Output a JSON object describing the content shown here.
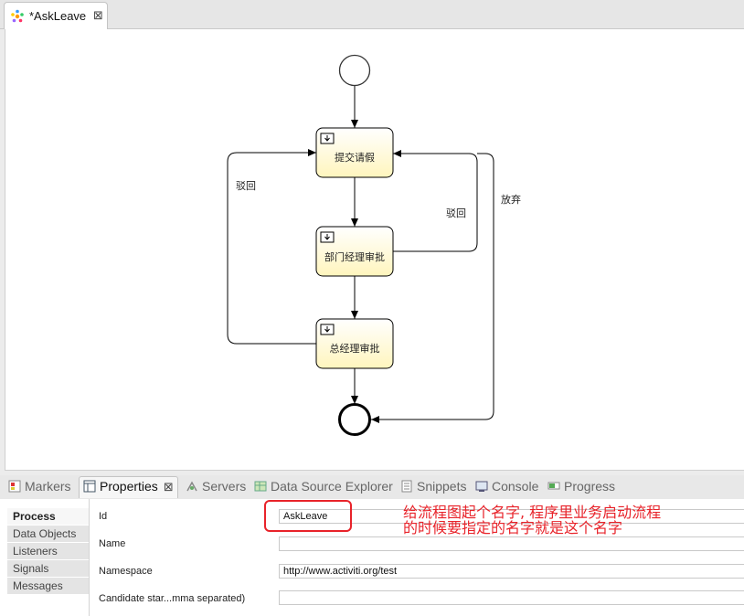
{
  "editor": {
    "tab_title": "*AskLeave",
    "close_glyph": "⊠"
  },
  "diagram": {
    "tasks": {
      "submit": "提交请假",
      "dept_manager": "部门经理审批",
      "general_manager": "总经理审批"
    },
    "flows": {
      "reject_left": "驳回",
      "reject_right": "驳回",
      "abandon": "放弃"
    }
  },
  "views": {
    "tabs": [
      {
        "label": "Markers",
        "icon": "markers-icon"
      },
      {
        "label": "Properties",
        "icon": "properties-icon",
        "active": true
      },
      {
        "label": "Servers",
        "icon": "servers-icon"
      },
      {
        "label": "Data Source Explorer",
        "icon": "data-source-icon"
      },
      {
        "label": "Snippets",
        "icon": "snippets-icon"
      },
      {
        "label": "Console",
        "icon": "console-icon"
      },
      {
        "label": "Progress",
        "icon": "progress-icon"
      }
    ]
  },
  "properties": {
    "side_tabs": [
      "Process",
      "Data Objects",
      "Listeners",
      "Signals",
      "Messages"
    ],
    "fields": {
      "id": {
        "label": "Id",
        "value": "AskLeave"
      },
      "name": {
        "label": "Name",
        "value": ""
      },
      "namespace": {
        "label": "Namespace",
        "value": "http://www.activiti.org/test"
      },
      "candidate": {
        "label": "Candidate star...mma separated)",
        "value": ""
      }
    }
  },
  "annotation": {
    "text": "给流程图起个名字, 程序里业务启动流程\n的时候要指定的名字就是这个名字",
    "color": "#e8232a"
  },
  "colors": {
    "task_fill": "#fffbd6",
    "task_stroke": "#000000",
    "highlight": "#e8232a"
  }
}
